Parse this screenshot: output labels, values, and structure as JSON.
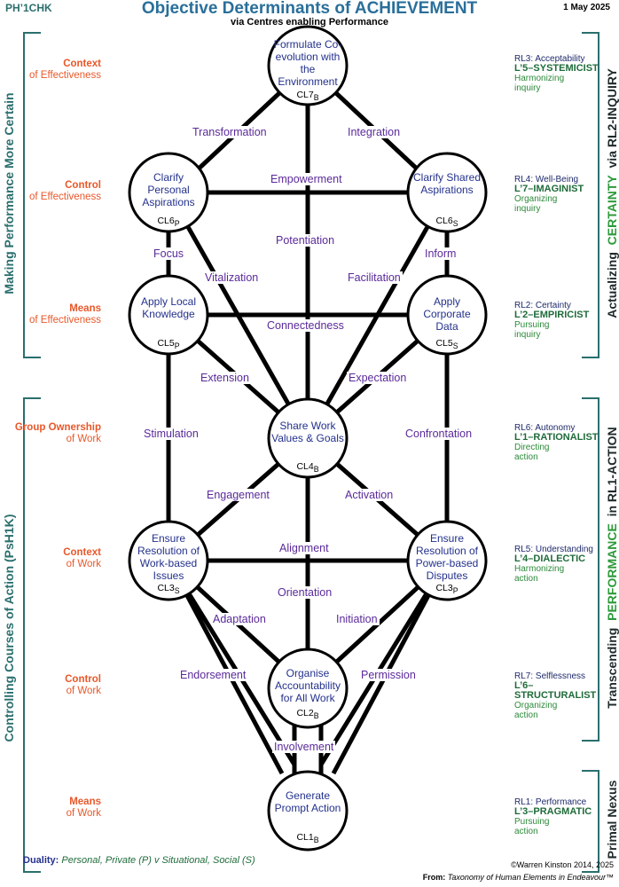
{
  "header": {
    "code": "PH’1CHK",
    "title": "Objective Determinants of ACHIEVEMENT",
    "subtitle": "via Centres enabling Performance",
    "date": "1 May 2025"
  },
  "left_groups": {
    "top": "Making  Performance  More Certain",
    "bottom": "Controlling  Courses of Action (PsH1K)"
  },
  "row_labels": [
    {
      "bold": "Context",
      "rest": "of Effectiveness"
    },
    {
      "bold": "Control",
      "rest": "of Effectiveness"
    },
    {
      "bold": "Means",
      "rest": "of Effectiveness"
    },
    {
      "bold": "Group Ownership",
      "rest": "of Work"
    },
    {
      "bold": "Context",
      "rest": "of Work"
    },
    {
      "bold": "Control",
      "rest": "of Work"
    },
    {
      "bold": "Means",
      "rest": "of Work"
    }
  ],
  "nodes": [
    {
      "label": "Formulate Co-evolution with the Environment",
      "code": "CL7",
      "sub": "B"
    },
    {
      "label": "Clarify Personal Aspirations",
      "code": "CL6",
      "sub": "P"
    },
    {
      "label": "Clarify Shared Aspirations",
      "code": "CL6",
      "sub": "S"
    },
    {
      "label": "Apply Local Knowledge",
      "code": "CL5",
      "sub": "P"
    },
    {
      "label": "Apply Corporate Data",
      "code": "CL5",
      "sub": "S"
    },
    {
      "label": "Share Work Values & Goals",
      "code": "CL4",
      "sub": "B"
    },
    {
      "label": "Ensure Resolution of Work-based Issues",
      "code": "CL3",
      "sub": "S"
    },
    {
      "label": "Ensure Resolution of Power-based Disputes",
      "code": "CL3",
      "sub": "P"
    },
    {
      "label": "Organise Accountability for All Work",
      "code": "CL2",
      "sub": "B"
    },
    {
      "label": "Generate Prompt Action",
      "code": "CL1",
      "sub": "B"
    }
  ],
  "edge_labels": {
    "transformation": "Transformation",
    "integration": "Integration",
    "empowerment": "Empowerment",
    "potentiation": "Potentiation",
    "focus": "Focus",
    "inform": "Inform",
    "vitalization": "Vitalization",
    "facilitation": "Facilitation",
    "connectedness": "Connectedness",
    "extension": "Extension",
    "expectation": "Expectation",
    "stimulation": "Stimulation",
    "confrontation": "Confrontation",
    "engagement": "Engagement",
    "activation": "Activation",
    "alignment": "Alignment",
    "orientation": "Orientation",
    "adaptation": "Adaptation",
    "initiation": "Initiation",
    "endorsement": "Endorsement",
    "permission": "Permission",
    "involvement": "Involvement"
  },
  "right_levels": [
    {
      "rl": "RL3:  Acceptability",
      "level": "L’5–SYSTEMICIST",
      "desc": "Harmonizing inquiry"
    },
    {
      "rl": "RL4:  Well-Being",
      "level": "L’7–IMAGINIST",
      "desc": "Organizing inquiry"
    },
    {
      "rl": "RL2:  Certainty",
      "level": "L’2–EMPIRICIST",
      "desc": "Pursuing inquiry"
    },
    {
      "rl": "RL6:  Autonomy",
      "level": "L’1–RATIONALIST",
      "desc": "Directing action"
    },
    {
      "rl": "RL5:  Understanding",
      "level": "L’4–DIALECTIC",
      "desc": "Harmonizing action"
    },
    {
      "rl": "RL7:  Selflessness",
      "level": "L’6–STRUCTURALIST",
      "desc": "Organizing action"
    },
    {
      "rl": "RL1:  Performance",
      "level": "L’3–PRAGMATIC",
      "desc": "Pursuing action"
    }
  ],
  "right_groups": {
    "top_a": "Actualizing",
    "top_b": "CERTAINTY",
    "top_c": "via  RL2-INQUIRY",
    "mid_a": "Transcending",
    "mid_b": "PERFORMANCE",
    "mid_c": "in  RL1-ACTION",
    "bottom": "Primal Nexus"
  },
  "footer": {
    "duality_label": "Duality:",
    "duality_text": "Personal, Private (P)  v  Situational, Social (S)",
    "copyright": "©Warren Kinston 2014, 2025",
    "from_label": "From:",
    "from_text": "Taxonomy of Human Elements in Endeavour™"
  },
  "colors": {
    "teal": "#2a6f6d",
    "orange": "#e8582a",
    "purple": "#5a2a9a",
    "navy": "#23318c",
    "green": "#2c9a3a"
  }
}
